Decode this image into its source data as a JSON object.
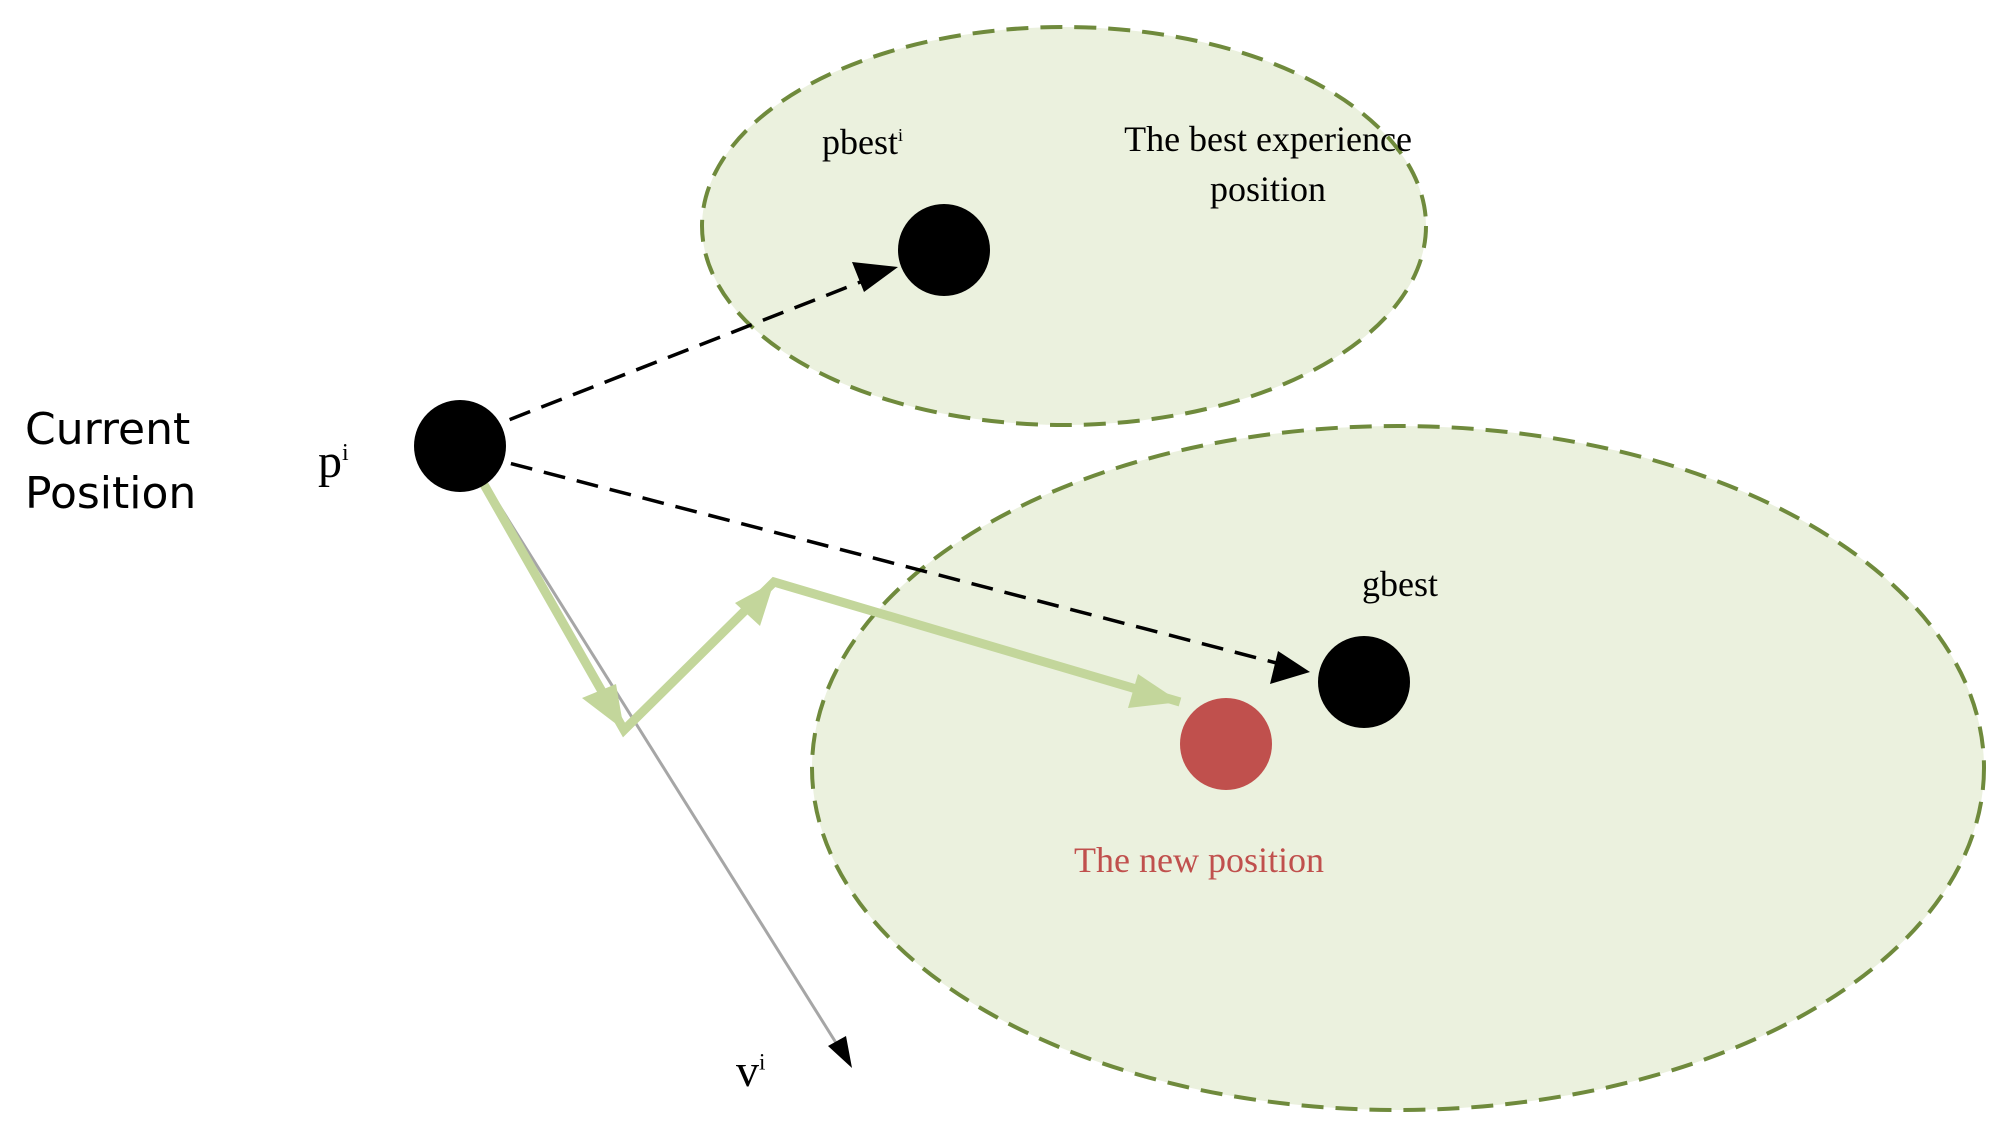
{
  "labels": {
    "current_position_line1": "Current",
    "current_position_line2": "Position",
    "p_base": "p",
    "p_sup": "i",
    "pbest_base": "pbest",
    "pbest_sup": "i",
    "best_experience": "The best experience position",
    "gbest": "gbest",
    "new_position": "The new position",
    "v_base": "v",
    "v_sup": "i"
  },
  "colors": {
    "region_fill": "#ebf1de",
    "region_stroke": "#6f8a3c",
    "point": "#000000",
    "new_point": "#c0504d",
    "green_path": "#c3d69b",
    "velocity_line": "#a6a6a6",
    "dashed_arrow": "#000000",
    "new_label": "#c0504d"
  }
}
